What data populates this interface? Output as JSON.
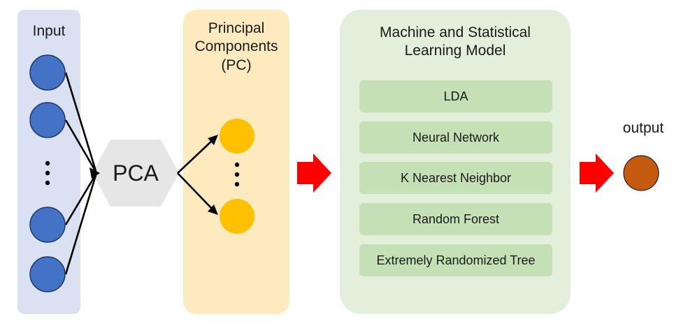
{
  "input_panel": {
    "title": "Input"
  },
  "pca": {
    "label": "PCA"
  },
  "pc_panel": {
    "title_line1": "Principal",
    "title_line2": "Components",
    "title_line3": "(PC)"
  },
  "model_panel": {
    "title_line1": "Machine and Statistical",
    "title_line2": "Learning Model",
    "models": [
      "LDA",
      "Neural Network",
      "K Nearest Neighbor",
      "Random Forest",
      "Extremely Randomized Tree"
    ]
  },
  "output": {
    "label": "output"
  },
  "colors": {
    "input_node": "#4472c4",
    "pc_node": "#ffc000",
    "output_node": "#c55a11",
    "arrow": "#ff0000",
    "pca_hexagon": "#e7e6e6"
  }
}
